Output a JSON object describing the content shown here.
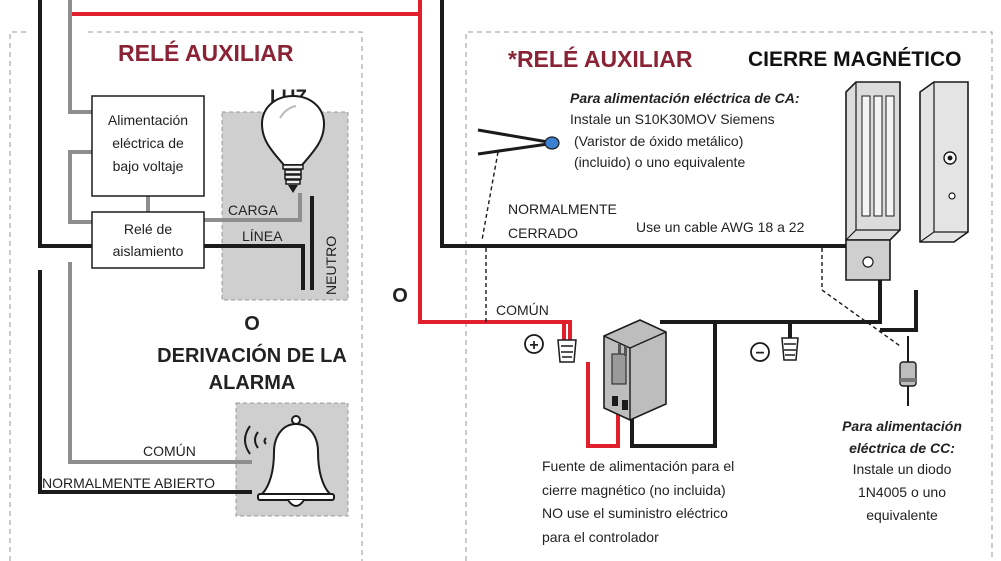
{
  "colors": {
    "wire_black": "#1b1b1b",
    "wire_red": "#e0202c",
    "wire_gray": "#8e8e8e",
    "title_red": "#8a2335",
    "panel_gray": "#cfcfcf",
    "dash_gray": "#9a9a9a"
  },
  "left": {
    "title": "RELÉ AUXILIAR",
    "light_label": "LUZ",
    "power_box": [
      "Alimentación",
      "eléctrica de",
      "bajo voltaje"
    ],
    "relay_box": [
      "Relé de",
      "aislamiento"
    ],
    "carga": "CARGA",
    "linea": "LÍNEA",
    "neutro": "NEUTRO",
    "or_label": "O",
    "alarm_title": [
      "DERIVACIÓN DE LA",
      "ALARMA"
    ],
    "comun": "COMÚN",
    "normally_open": "NORMALMENTE ABIERTO"
  },
  "middle": {
    "or_label": "O"
  },
  "right": {
    "title": "*RELÉ AUXILIAR",
    "lock_title": "CIERRE MAGNÉTICO",
    "ac_heading": "Para alimentación eléctrica de CA:",
    "ac_lines": [
      "Instale un S10K30MOV Siemens",
      "(Varistor de óxido metálico)",
      "(incluido) o uno equivalente"
    ],
    "normally_closed": [
      "NORMALMENTE",
      "CERRADO"
    ],
    "cable_note": "Use un cable AWG 18 a 22",
    "comun": "COMÚN",
    "plus_symbol": "+",
    "minus_symbol": "−",
    "psu_caption": [
      "Fuente de alimentación para el",
      "cierre magnético (no incluida)",
      "NO use el suministro eléctrico",
      "para el controlador"
    ],
    "dc_heading": [
      "Para alimentación",
      "eléctrica de CC:"
    ],
    "dc_lines": [
      "Instale un diodo",
      "1N4005 o uno",
      "equivalente"
    ]
  },
  "icons": [
    "light-bulb-icon",
    "alarm-bell-icon",
    "varistor-icon",
    "power-adapter-icon",
    "magnetic-lock-icon",
    "armature-plate-icon",
    "diode-icon",
    "wire-nut-icon"
  ]
}
